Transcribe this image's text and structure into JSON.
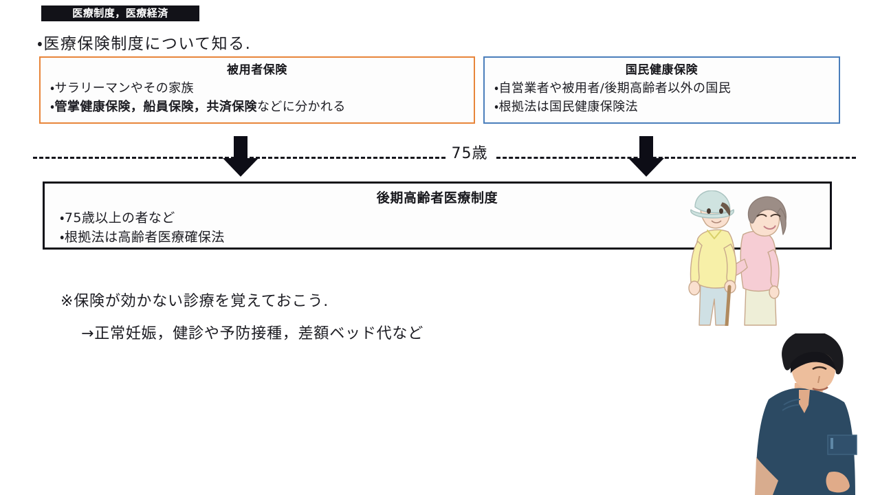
{
  "slide": {
    "badge_label": "医療制度，医療経済",
    "intro_line": "・医療保険制度について知る."
  },
  "employee_insurance_box": {
    "title": "被用者保険",
    "lines": [
      {
        "bullet": "・",
        "text": "サラリーマンやその家族",
        "bold_part": "",
        "rest": ""
      },
      {
        "bullet": "・",
        "text": "",
        "bold_part": "管掌健康保険，船員保険，共済保険",
        "rest": "などに分かれる"
      }
    ],
    "border_color": "#e8853a"
  },
  "national_health_insurance_box": {
    "title": "国民健康保険",
    "lines": [
      {
        "bullet": "・",
        "text": "自営業者や被用者/後期高齢者以外の国民"
      },
      {
        "bullet": "・",
        "text": "根拠法は国民健康保険法"
      }
    ],
    "border_color": "#4a7ebb"
  },
  "divider": {
    "age_label": "75歳",
    "arrow_left_name": "down-arrow-left",
    "arrow_right_name": "down-arrow-right"
  },
  "late_elderly_box": {
    "title": "後期高齢者医療制度",
    "lines": [
      {
        "bullet": "・",
        "text": "75歳以上の者など"
      },
      {
        "bullet": "・",
        "text": "根拠法は高齢者医療確保法"
      }
    ],
    "border_color": "#111118"
  },
  "notes": {
    "line_1": "※保険が効かない診療を覚えておこう.",
    "line_2": "→正常妊娠，健診や予防接種，差額ベッド代など"
  },
  "illustration": {
    "name": "elderly-couple-illustration",
    "man_shirt_color": "#f7f0a8",
    "woman_shirt_color": "#f6cdd4",
    "hat_color": "#cfe3e0"
  },
  "presenter": {
    "name": "presenter-video-overlay",
    "scrubs_color": "#2c4a63",
    "hair_color": "#1b1b1f"
  }
}
